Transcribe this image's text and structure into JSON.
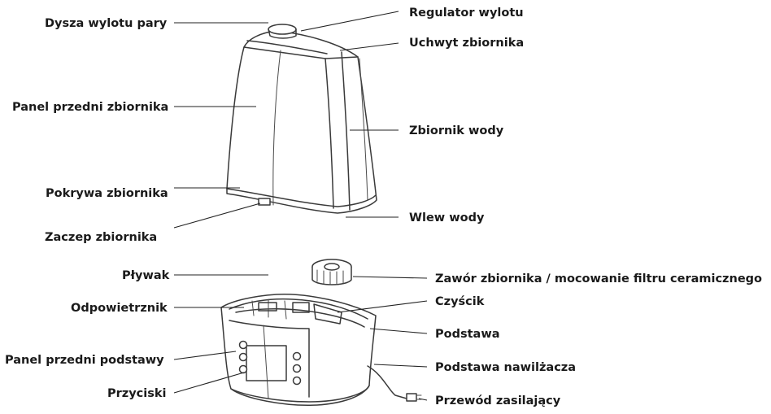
{
  "labels": {
    "dysza": "Dysza wylotu pary",
    "panel_zbiornika": "Panel przedni zbiornika",
    "pokrywa": "Pokrywa zbiornika",
    "zaczep": "Zaczep zbiornika",
    "regulator": "Regulator wylotu",
    "uchwyt": "Uchwyt zbiornika",
    "zbiornik": "Zbiornik wody",
    "wlew": "Wlew wody",
    "plywak": "Pływak",
    "odpowietrznik": "Odpowietrznik",
    "panel_podstawy": "Panel przedni podstawy",
    "przyciski": "Przyciski",
    "zawor": "Zawór zbiornika / mocowanie filtru ceramicznego",
    "czyscik": "Czyścik",
    "podstawa": "Podstawa",
    "podstawa_nawilzacza": "Podstawa nawilżacza",
    "przewod": "Przewód zasilający"
  }
}
